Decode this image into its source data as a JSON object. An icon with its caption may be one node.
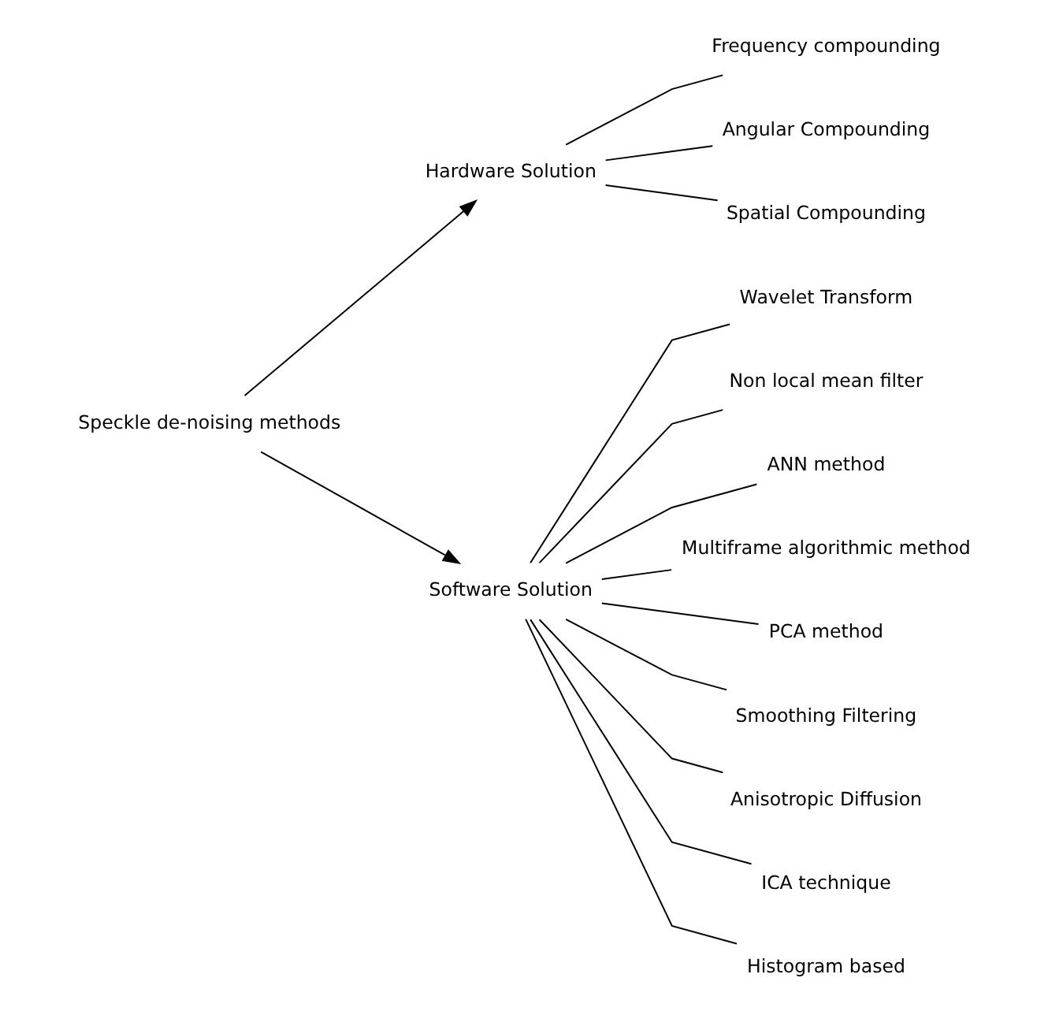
{
  "diagram": {
    "nodes": [
      {
        "text": [
          "Speckle de-noising methods"
        ]
      },
      {
        "text": [
          "Hardware Solution"
        ]
      },
      {
        "text": [
          "Software Solution"
        ]
      },
      {
        "text": [
          "Frequency compounding"
        ]
      },
      {
        "text": [
          "Angular Compounding"
        ]
      },
      {
        "text": [
          "Spatial Compounding"
        ]
      },
      {
        "text": [
          "Wavelet Transform"
        ]
      },
      {
        "text": [
          "Non local mean filter"
        ]
      },
      {
        "text": [
          "ANN method"
        ]
      },
      {
        "text": [
          "Multiframe algorithmic method"
        ]
      },
      {
        "text": [
          "PCA method"
        ]
      },
      {
        "text": [
          "Smoothing Filtering"
        ]
      },
      {
        "text": [
          "Anisotropic Diffusion"
        ]
      },
      {
        "text": [
          "ICA technique"
        ]
      },
      {
        "text": [
          "Histogram based"
        ]
      }
    ],
    "edges": [
      {
        "from": 0,
        "to": 1,
        "arrow": "to"
      },
      {
        "from": 0,
        "to": 2,
        "arrow": "to"
      },
      {
        "from": 1,
        "to": 3,
        "arrow": "none"
      },
      {
        "from": 1,
        "to": 4,
        "arrow": "none"
      },
      {
        "from": 1,
        "to": 5,
        "arrow": "none"
      },
      {
        "from": 2,
        "to": 6,
        "arrow": "none"
      },
      {
        "from": 2,
        "to": 7,
        "arrow": "none"
      },
      {
        "from": 2,
        "to": 8,
        "arrow": "none"
      },
      {
        "from": 2,
        "to": 9,
        "arrow": "none"
      },
      {
        "from": 2,
        "to": 10,
        "arrow": "none"
      },
      {
        "from": 2,
        "to": 11,
        "arrow": "none"
      },
      {
        "from": 2,
        "to": 12,
        "arrow": "none"
      },
      {
        "from": 2,
        "to": 13,
        "arrow": "none"
      },
      {
        "from": 2,
        "to": 14,
        "arrow": "none"
      }
    ]
  }
}
